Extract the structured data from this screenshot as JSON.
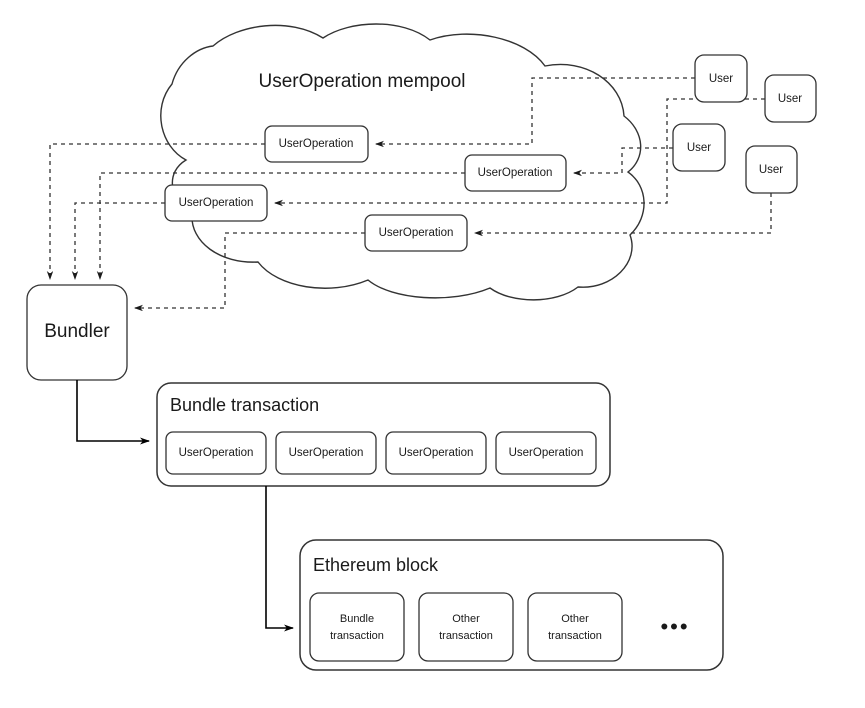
{
  "diagram": {
    "title": "UserOperation mempool",
    "background_color": "#ffffff",
    "stroke_color": "#333333",
    "mempool": {
      "label": "UserOperation mempool",
      "operations": [
        {
          "label": "UserOperation"
        },
        {
          "label": "UserOperation"
        },
        {
          "label": "UserOperation"
        },
        {
          "label": "UserOperation"
        }
      ]
    },
    "users": [
      {
        "label": "User"
      },
      {
        "label": "User"
      },
      {
        "label": "User"
      },
      {
        "label": "User"
      }
    ],
    "bundler": {
      "label": "Bundler"
    },
    "bundle_transaction": {
      "label": "Bundle transaction",
      "operations": [
        {
          "label": "UserOperation"
        },
        {
          "label": "UserOperation"
        },
        {
          "label": "UserOperation"
        },
        {
          "label": "UserOperation"
        }
      ]
    },
    "ethereum_block": {
      "label": "Ethereum block",
      "transactions": [
        {
          "line1": "Bundle",
          "line2": "transaction"
        },
        {
          "line1": "Other",
          "line2": "transaction"
        },
        {
          "line1": "Other",
          "line2": "transaction"
        }
      ],
      "ellipsis": "•••"
    }
  }
}
